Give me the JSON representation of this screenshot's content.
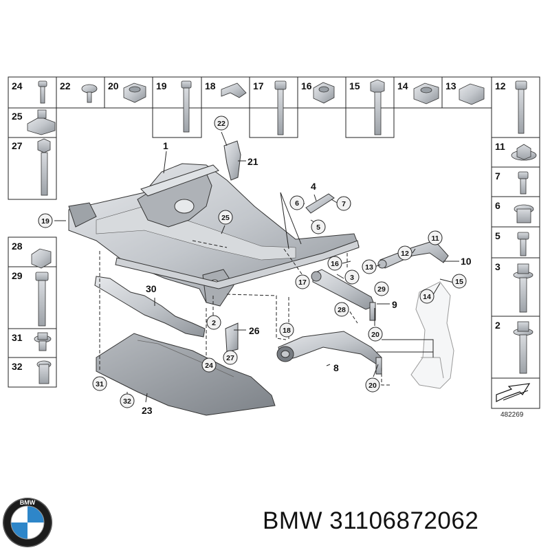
{
  "diagram_id": "482269",
  "brand": "BMW",
  "part_number": "31106872062",
  "logo": {
    "name": "bmw-roundel",
    "text": "BMW",
    "colors": {
      "blue": "#2e86c9",
      "ring": "#1a1a1a"
    }
  },
  "colors": {
    "line": "#222222",
    "part_fill": "#c9ccd1",
    "part_dark": "#8d9298",
    "part_light": "#e4e6e9",
    "marker_fill": "#f2f2f2"
  },
  "parts_table": {
    "top_row": [
      "24",
      "22",
      "20",
      "19",
      "18",
      "17",
      "16",
      "15",
      "14",
      "13"
    ],
    "left_column_top": [
      "25",
      "27"
    ],
    "left_column_bottom": [
      "28",
      "29",
      "31",
      "32"
    ],
    "right_column": [
      "12",
      "11",
      "7",
      "6",
      "5",
      "3",
      "2"
    ]
  },
  "callouts": {
    "plain": [
      "1",
      "21",
      "4",
      "10",
      "9",
      "30",
      "26",
      "8",
      "23"
    ],
    "circled": [
      "22",
      "19",
      "25",
      "6",
      "7",
      "5",
      "11",
      "12",
      "13",
      "16",
      "3",
      "17",
      "29",
      "28",
      "15",
      "14",
      "2",
      "18",
      "20",
      "27",
      "24",
      "31",
      "32",
      "20"
    ]
  }
}
